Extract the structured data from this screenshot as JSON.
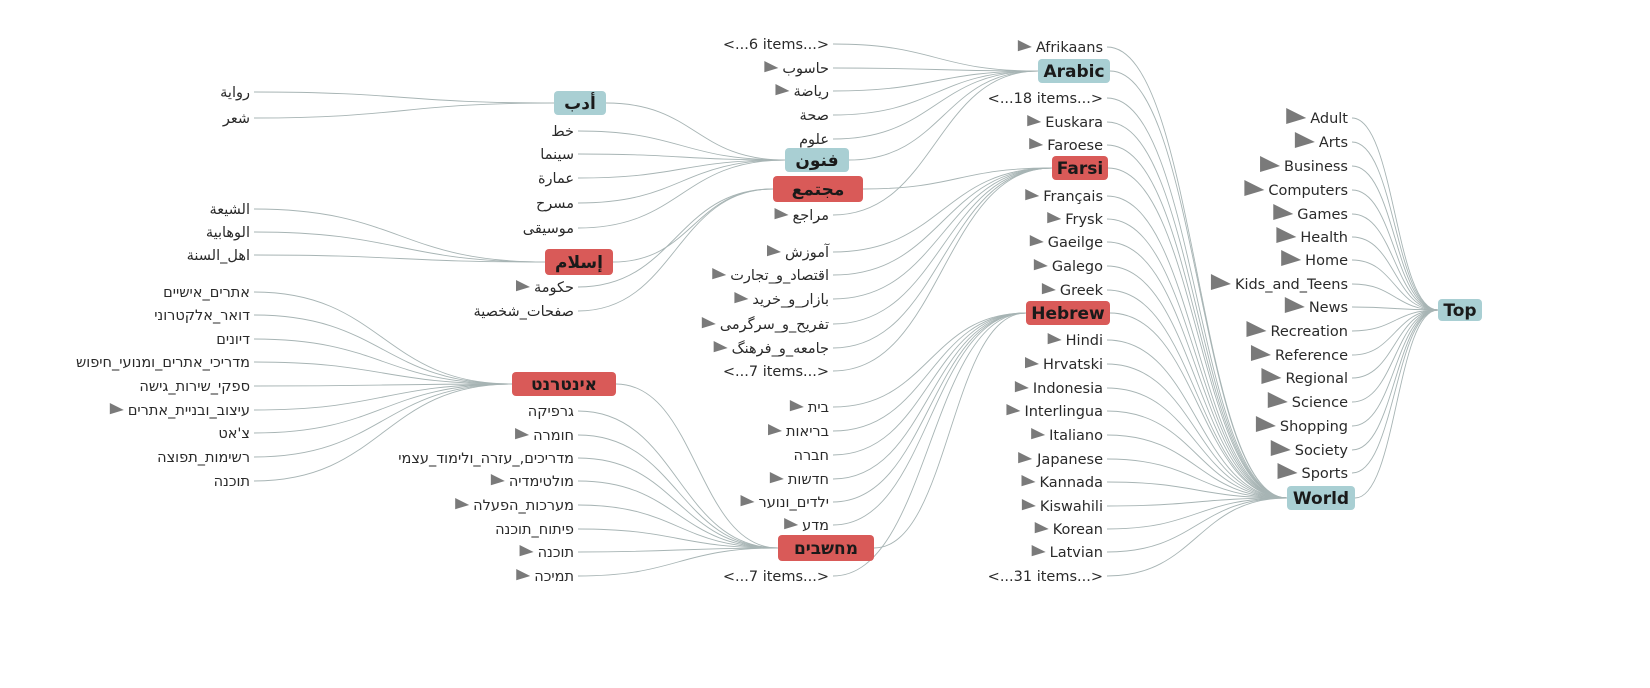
{
  "colors": {
    "hub_blue": "#a9cfd3",
    "hub_red": "#d95a58",
    "edge": "#a7b4b4",
    "text": "#2a2a2a",
    "expand_triangle": "#7a7a7a"
  },
  "hubs": [
    {
      "id": "top",
      "label": "Top",
      "color": "blue"
    },
    {
      "id": "world",
      "label": "World",
      "color": "blue"
    },
    {
      "id": "arabic",
      "label": "Arabic",
      "color": "blue"
    },
    {
      "id": "farsi",
      "label": "Farsi",
      "color": "red"
    },
    {
      "id": "hebrew",
      "label": "Hebrew",
      "color": "red"
    },
    {
      "id": "funun",
      "label": "فنون",
      "color": "blue"
    },
    {
      "id": "mujtama",
      "label": "مجتمع",
      "color": "red"
    },
    {
      "id": "adab",
      "label": "أدب",
      "color": "blue"
    },
    {
      "id": "islam",
      "label": "إسلام",
      "color": "red"
    },
    {
      "id": "internet",
      "label": "אינטרנט",
      "color": "red"
    },
    {
      "id": "mahshevim",
      "label": "מחשבים",
      "color": "red"
    }
  ],
  "leaves": [
    {
      "parent": "top",
      "label": "Adult",
      "more": true
    },
    {
      "parent": "top",
      "label": "Arts",
      "more": true
    },
    {
      "parent": "top",
      "label": "Business",
      "more": true
    },
    {
      "parent": "top",
      "label": "Computers",
      "more": true
    },
    {
      "parent": "top",
      "label": "Games",
      "more": true
    },
    {
      "parent": "top",
      "label": "Health",
      "more": true
    },
    {
      "parent": "top",
      "label": "Home",
      "more": true
    },
    {
      "parent": "top",
      "label": "Kids_and_Teens",
      "more": true
    },
    {
      "parent": "top",
      "label": "News",
      "more": true
    },
    {
      "parent": "top",
      "label": "Recreation",
      "more": true
    },
    {
      "parent": "top",
      "label": "Reference",
      "more": true
    },
    {
      "parent": "top",
      "label": "Regional",
      "more": true
    },
    {
      "parent": "top",
      "label": "Science",
      "more": true
    },
    {
      "parent": "top",
      "label": "Shopping",
      "more": true
    },
    {
      "parent": "top",
      "label": "Society",
      "more": true
    },
    {
      "parent": "top",
      "label": "Sports",
      "more": true
    },
    {
      "parent": "world",
      "label": "Afrikaans",
      "more": true
    },
    {
      "parent": "world",
      "label": "<...18 items...>",
      "more": false
    },
    {
      "parent": "world",
      "label": "Euskara",
      "more": true
    },
    {
      "parent": "world",
      "label": "Faroese",
      "more": true
    },
    {
      "parent": "world",
      "label": "Français",
      "more": true
    },
    {
      "parent": "world",
      "label": "Frysk",
      "more": true
    },
    {
      "parent": "world",
      "label": "Gaeilge",
      "more": true
    },
    {
      "parent": "world",
      "label": "Galego",
      "more": true
    },
    {
      "parent": "world",
      "label": "Greek",
      "more": true
    },
    {
      "parent": "world",
      "label": "Hindi",
      "more": true
    },
    {
      "parent": "world",
      "label": "Hrvatski",
      "more": true
    },
    {
      "parent": "world",
      "label": "Indonesia",
      "more": true
    },
    {
      "parent": "world",
      "label": "Interlingua",
      "more": true
    },
    {
      "parent": "world",
      "label": "Italiano",
      "more": true
    },
    {
      "parent": "world",
      "label": "Japanese",
      "more": true
    },
    {
      "parent": "world",
      "label": "Kannada",
      "more": true
    },
    {
      "parent": "world",
      "label": "Kiswahili",
      "more": true
    },
    {
      "parent": "world",
      "label": "Korean",
      "more": true
    },
    {
      "parent": "world",
      "label": "Latvian",
      "more": true
    },
    {
      "parent": "world",
      "label": "<...31 items...>",
      "more": false
    },
    {
      "parent": "arabic",
      "label": "<...6 items...>",
      "more": false
    },
    {
      "parent": "arabic",
      "label": "حاسوب",
      "more": true
    },
    {
      "parent": "arabic",
      "label": "رياضة",
      "more": true
    },
    {
      "parent": "arabic",
      "label": "صحة",
      "more": false
    },
    {
      "parent": "arabic",
      "label": "علوم",
      "more": false
    },
    {
      "parent": "arabic",
      "label": "مراجع",
      "more": true
    },
    {
      "parent": "farsi",
      "label": "آموزش",
      "more": true
    },
    {
      "parent": "farsi",
      "label": "اقتصاد_و_تجارت",
      "more": true
    },
    {
      "parent": "farsi",
      "label": "بازار_و_خريد",
      "more": true
    },
    {
      "parent": "farsi",
      "label": "تفريح_و_سرگرمی",
      "more": true
    },
    {
      "parent": "farsi",
      "label": "جامعه_و_فرهنگ",
      "more": true
    },
    {
      "parent": "farsi",
      "label": "<...7 items...>",
      "more": false
    },
    {
      "parent": "hebrew",
      "label": "בית",
      "more": true
    },
    {
      "parent": "hebrew",
      "label": "בריאות",
      "more": true
    },
    {
      "parent": "hebrew",
      "label": "חברה",
      "more": false
    },
    {
      "parent": "hebrew",
      "label": "חדשות",
      "more": true
    },
    {
      "parent": "hebrew",
      "label": "ילדים_ונוער",
      "more": true
    },
    {
      "parent": "hebrew",
      "label": "מדע",
      "more": true
    },
    {
      "parent": "hebrew",
      "label": "<...7 items...>",
      "more": false
    },
    {
      "parent": "funun",
      "label": "خط",
      "more": false
    },
    {
      "parent": "funun",
      "label": "سينما",
      "more": false
    },
    {
      "parent": "funun",
      "label": "عمارة",
      "more": false
    },
    {
      "parent": "funun",
      "label": "مسرح",
      "more": false
    },
    {
      "parent": "funun",
      "label": "موسيقى",
      "more": false
    },
    {
      "parent": "adab",
      "label": "رواية",
      "more": false
    },
    {
      "parent": "adab",
      "label": "شعر",
      "more": false
    },
    {
      "parent": "mujtama",
      "label": "حكومة",
      "more": true
    },
    {
      "parent": "mujtama",
      "label": "صفحات_شخصية",
      "more": false
    },
    {
      "parent": "islam",
      "label": "الشيعة",
      "more": false
    },
    {
      "parent": "islam",
      "label": "الوهابية",
      "more": false
    },
    {
      "parent": "islam",
      "label": "اهل_السنة",
      "more": false
    },
    {
      "parent": "internet",
      "label": "אתרים_אישיים",
      "more": false
    },
    {
      "parent": "internet",
      "label": "דואר_אלקטרוני",
      "more": false
    },
    {
      "parent": "internet",
      "label": "דיונים",
      "more": false
    },
    {
      "parent": "internet",
      "label": "מדריכי_אתרים_ומנועי_חיפוש",
      "more": false
    },
    {
      "parent": "internet",
      "label": "ספקי_שירות_גישה",
      "more": false
    },
    {
      "parent": "internet",
      "label": "עיצוב_ובניית_אתרים",
      "more": true
    },
    {
      "parent": "internet",
      "label": "צ'אט",
      "more": false
    },
    {
      "parent": "internet",
      "label": "רשימות_תפוצה",
      "more": false
    },
    {
      "parent": "internet",
      "label": "תוכנה",
      "more": false
    },
    {
      "parent": "mahshevim",
      "label": "גרפיקה",
      "more": false
    },
    {
      "parent": "mahshevim",
      "label": "חומרה",
      "more": true
    },
    {
      "parent": "mahshevim",
      "label": "מדריכים,_עזרה_ולימוד_עצמי",
      "more": false
    },
    {
      "parent": "mahshevim",
      "label": "מולטימדיה",
      "more": true
    },
    {
      "parent": "mahshevim",
      "label": "מערכות_הפעלה",
      "more": true
    },
    {
      "parent": "mahshevim",
      "label": "פיתוח_תוכנה",
      "more": false
    },
    {
      "parent": "mahshevim",
      "label": "תוכנה",
      "more": true
    },
    {
      "parent": "mahshevim",
      "label": "תמיכה",
      "more": true
    }
  ]
}
